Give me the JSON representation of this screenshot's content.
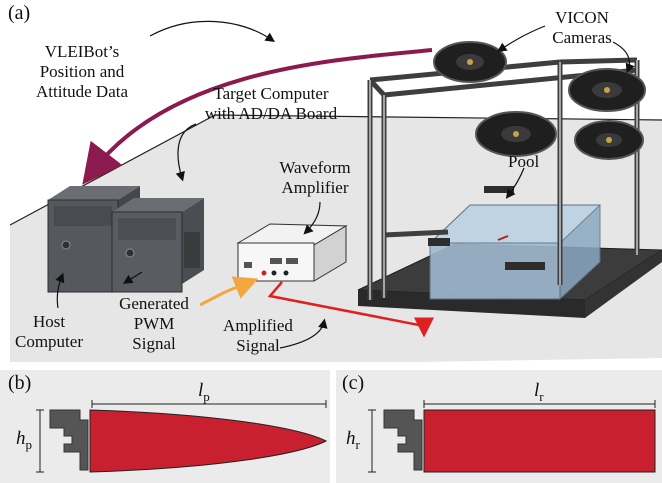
{
  "panels": {
    "a": "(a)",
    "b": "(b)",
    "c": "(c)"
  },
  "labels": {
    "vicon_line1": "VICON",
    "vicon_line2": "Cameras",
    "vleibot_line1": "VLEIBot’s",
    "vleibot_line2": "Position and",
    "vleibot_line3": "Attitude Data",
    "target_line1": "Target Computer",
    "target_line2": "with AD/DA Board",
    "waveform_line1": "Waveform",
    "waveform_line2": "Amplifier",
    "pool": "Pool",
    "host_line1": "Host",
    "host_line2": "Computer",
    "generated_line1": "Generated",
    "generated_line2": "PWM",
    "generated_line3": "Signal",
    "amplified_line1": "Amplified",
    "amplified_line2": "Signal"
  },
  "symbols": {
    "lp": "l",
    "lp_sub": "p",
    "hp": "h",
    "hp_sub": "p",
    "lr": "l",
    "lr_sub": "r",
    "hr": "h",
    "hr_sub": "r"
  },
  "colors": {
    "data_arrow": "#8b1a4f",
    "pwm_arrow": "#f4a640",
    "amplified_arrow": "#e02020",
    "fin_red": "#c8202f",
    "panel_bg": "#ebebeb"
  }
}
